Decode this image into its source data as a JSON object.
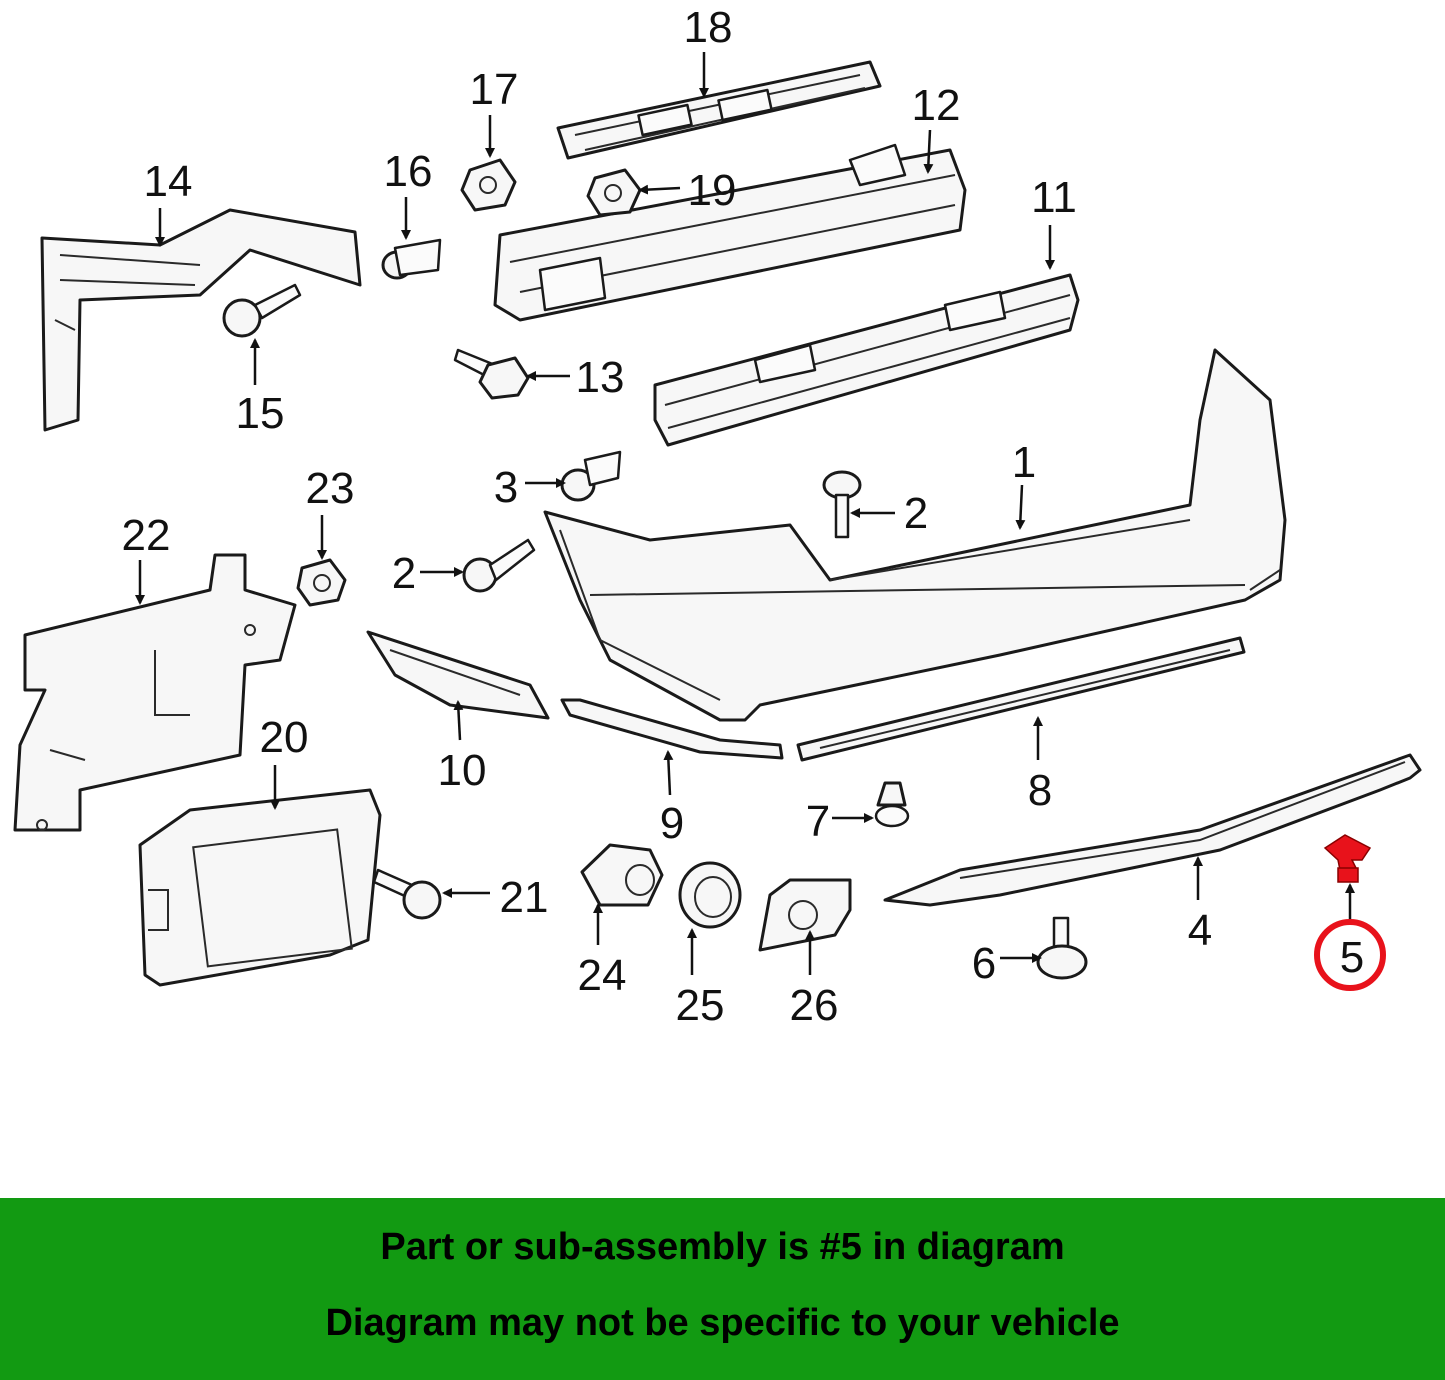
{
  "diagram": {
    "callouts": [
      "1",
      "2",
      "3",
      "4",
      "5",
      "6",
      "7",
      "8",
      "9",
      "10",
      "11",
      "12",
      "13",
      "14",
      "15",
      "16",
      "17",
      "18",
      "19",
      "20",
      "21",
      "22",
      "23",
      "24",
      "25",
      "26"
    ],
    "highlight_callout": "5",
    "highlight_color": "#e8121b"
  },
  "footer": {
    "line1": "Part or sub-assembly is #5 in diagram",
    "line2": "Diagram may not be specific to your vehicle",
    "background_color": "#129a12"
  }
}
